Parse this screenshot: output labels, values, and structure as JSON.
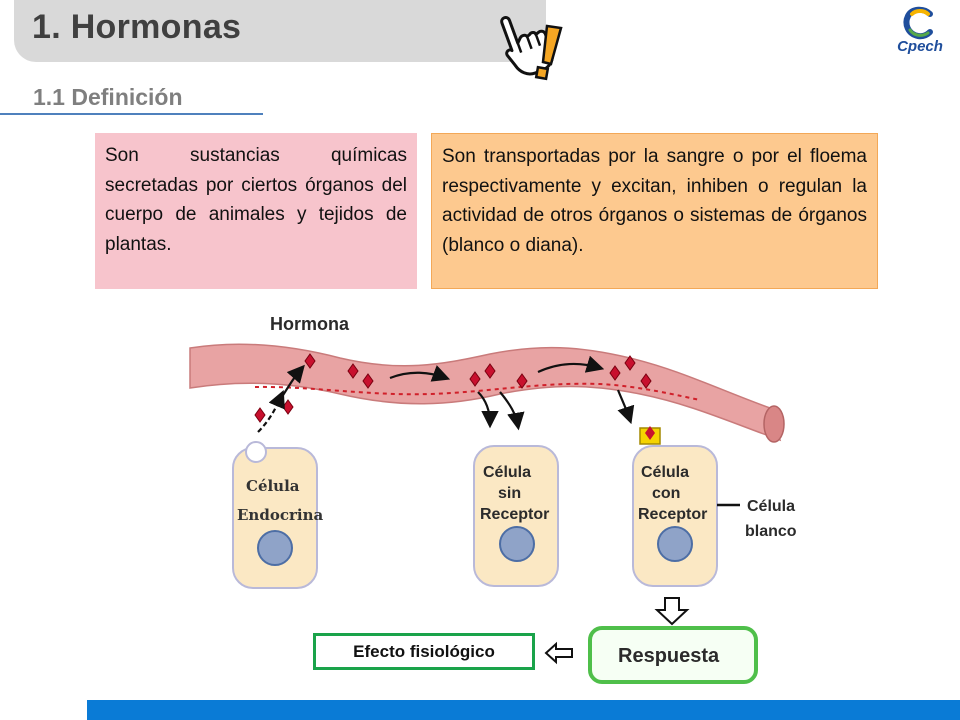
{
  "header": {
    "title": "1. Hormonas",
    "subtitle": "1.1 Definición",
    "logo_text": "Cpech"
  },
  "definitions": {
    "left_text": "Son sustancias químicas secretadas por ciertos órganos del cuerpo de animales y tejidos de plantas.",
    "right_text": "Son transportadas por la sangre o por el floema respectivamente y excitan, inhiben o regulan la actividad de otros órganos o sistemas de órganos (blanco o diana)."
  },
  "diagram": {
    "hormone_label": "Hormona",
    "cell_endocrine_line1": "Célula",
    "cell_endocrine_line2": "Endocrina",
    "cell_no_receptor_line1": "Célula",
    "cell_no_receptor_line2": "sin",
    "cell_no_receptor_line3": "Receptor",
    "cell_receptor_line1": "Célula",
    "cell_receptor_line2": "con",
    "cell_receptor_line3": "Receptor",
    "target_label_line1": "Célula",
    "target_label_line2": "blanco",
    "response_label": "Respuesta"
  },
  "effect_label": "Efecto fisiológico",
  "colors": {
    "vessel": "#e8a3a3",
    "hormone": "#c8102e",
    "cell_fill": "#fbe8c4",
    "nucleus": "#8fa3c8",
    "response_border": "#4fbf4a",
    "footer": "#0a7bd6"
  }
}
